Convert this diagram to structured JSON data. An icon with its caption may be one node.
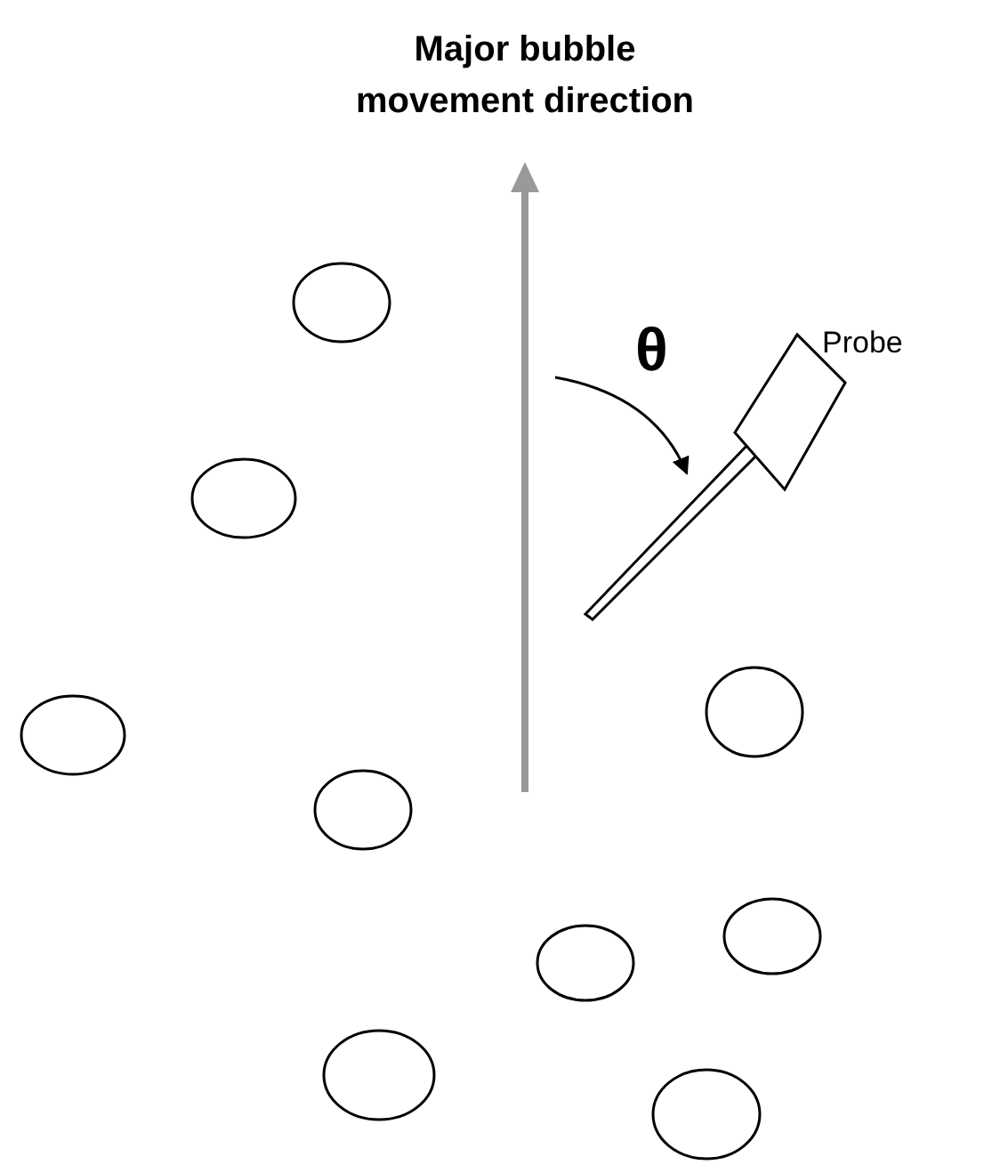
{
  "diagram": {
    "title": "Major bubble movement direction",
    "labels": [
      "θ",
      "Probe"
    ]
  }
}
